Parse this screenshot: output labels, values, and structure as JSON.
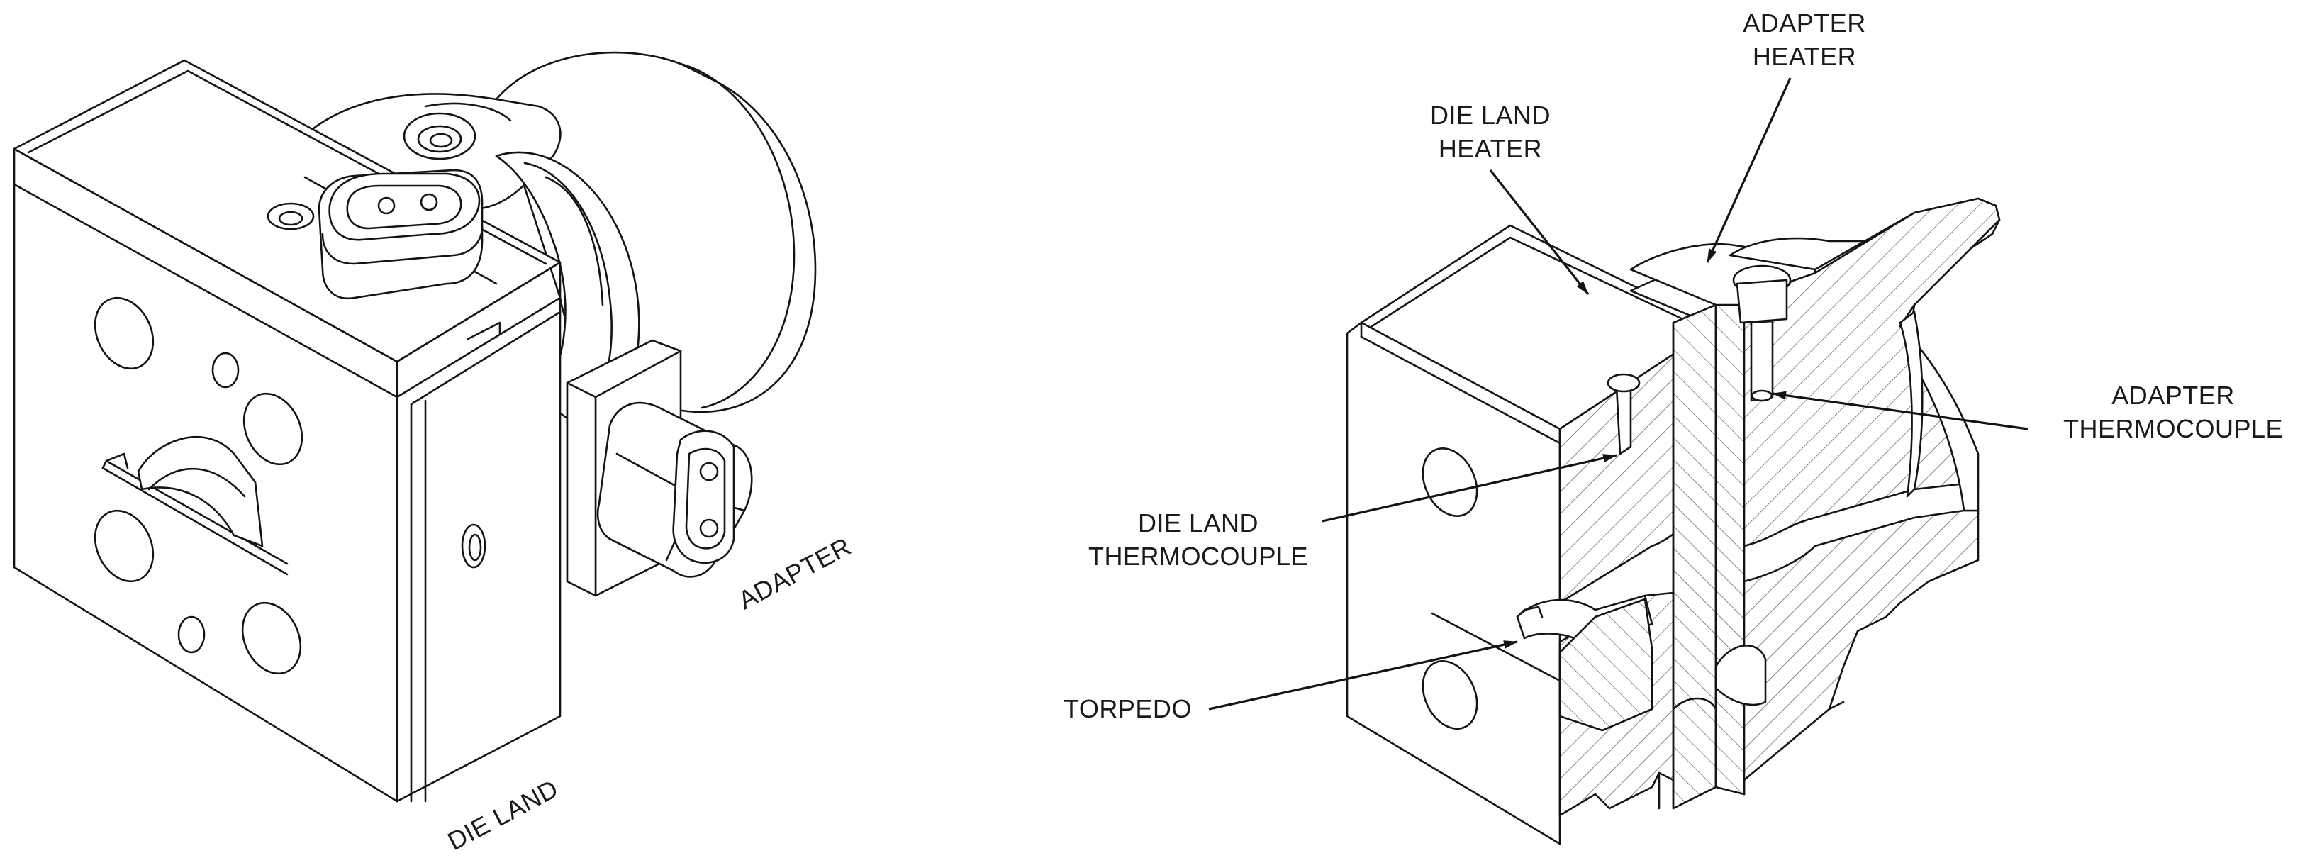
{
  "left_view": {
    "labels": {
      "adapter": "ADAPTER",
      "die_land": "DIE LAND"
    },
    "icons": [
      "connector-plug-icon"
    ]
  },
  "right_view": {
    "labels": {
      "adapter_heater": [
        "ADAPTER",
        "HEATER"
      ],
      "die_land_heater": [
        "DIE LAND",
        "HEATER"
      ],
      "adapter_thermocouple": [
        "ADAPTER",
        "THERMOCOUPLE"
      ],
      "die_land_thermocouple": [
        "DIE LAND",
        "THERMOCOUPLE"
      ],
      "torpedo": "TORPEDO"
    }
  },
  "colors": {
    "line": "#141414",
    "background": "#ffffff"
  }
}
